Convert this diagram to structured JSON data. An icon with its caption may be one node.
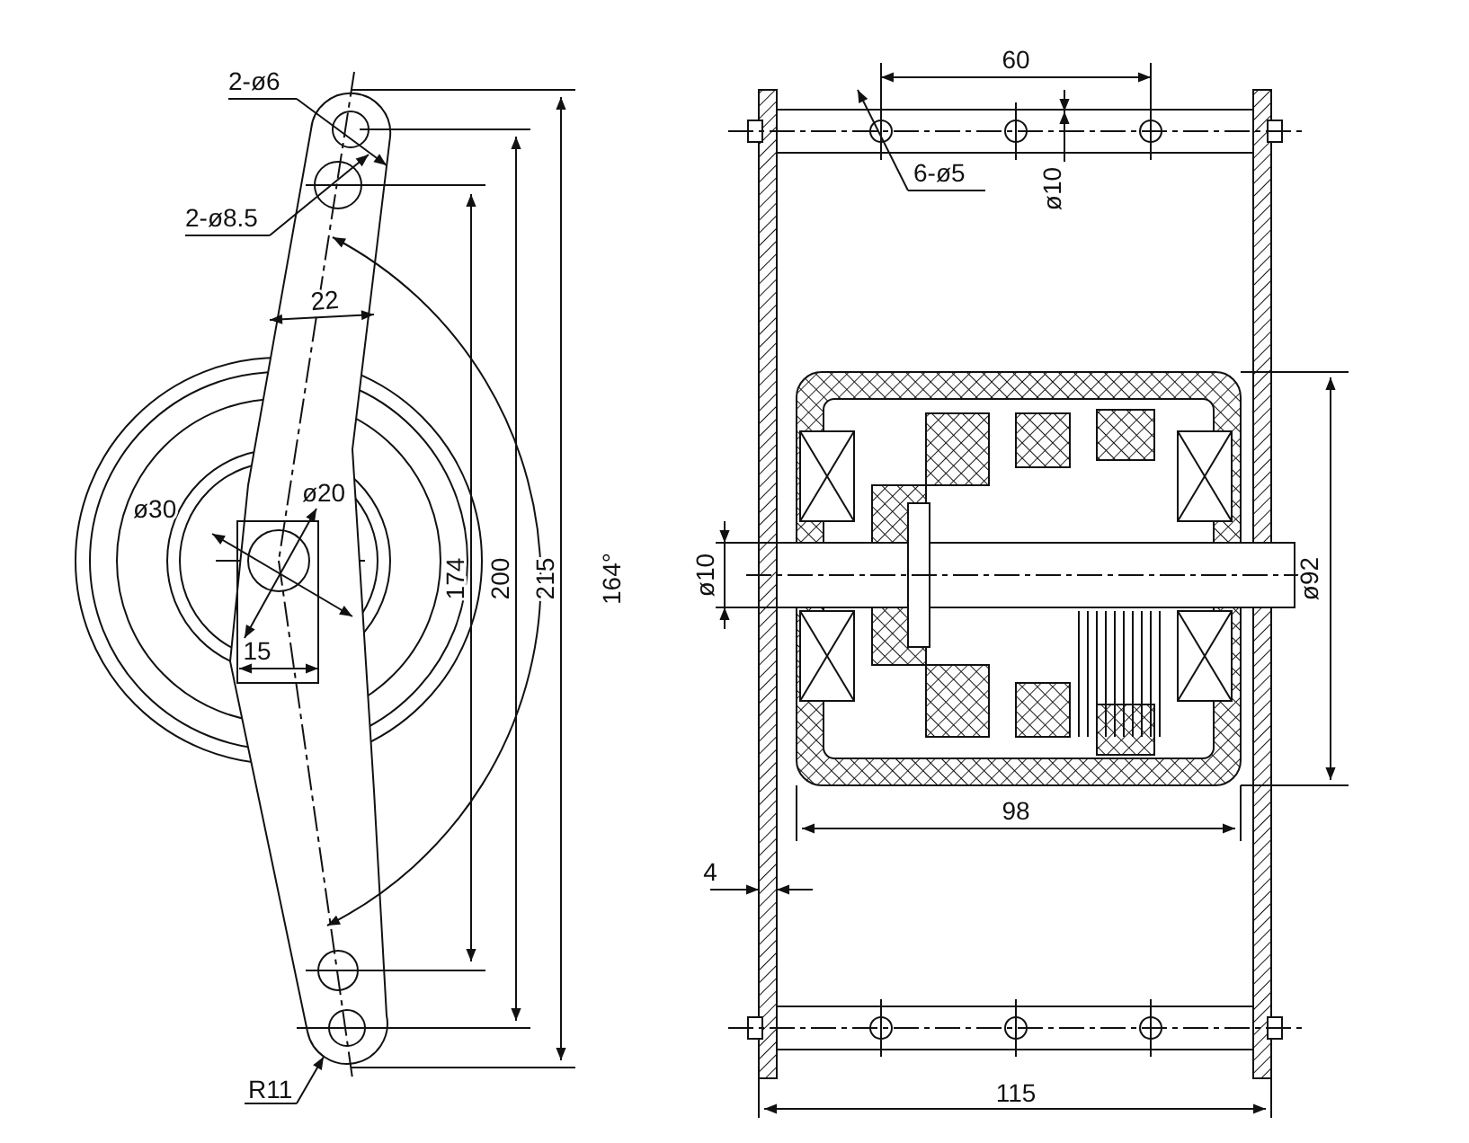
{
  "diagram": {
    "labels": [
      "2-ø6",
      "60",
      "2-ø8.5",
      "6-ø5",
      "ø10",
      "22",
      "ø30",
      "ø20",
      "ø10",
      "ø92",
      "15",
      "174",
      "200",
      "215",
      "164°",
      "98",
      "4",
      "R11",
      "115"
    ]
  }
}
